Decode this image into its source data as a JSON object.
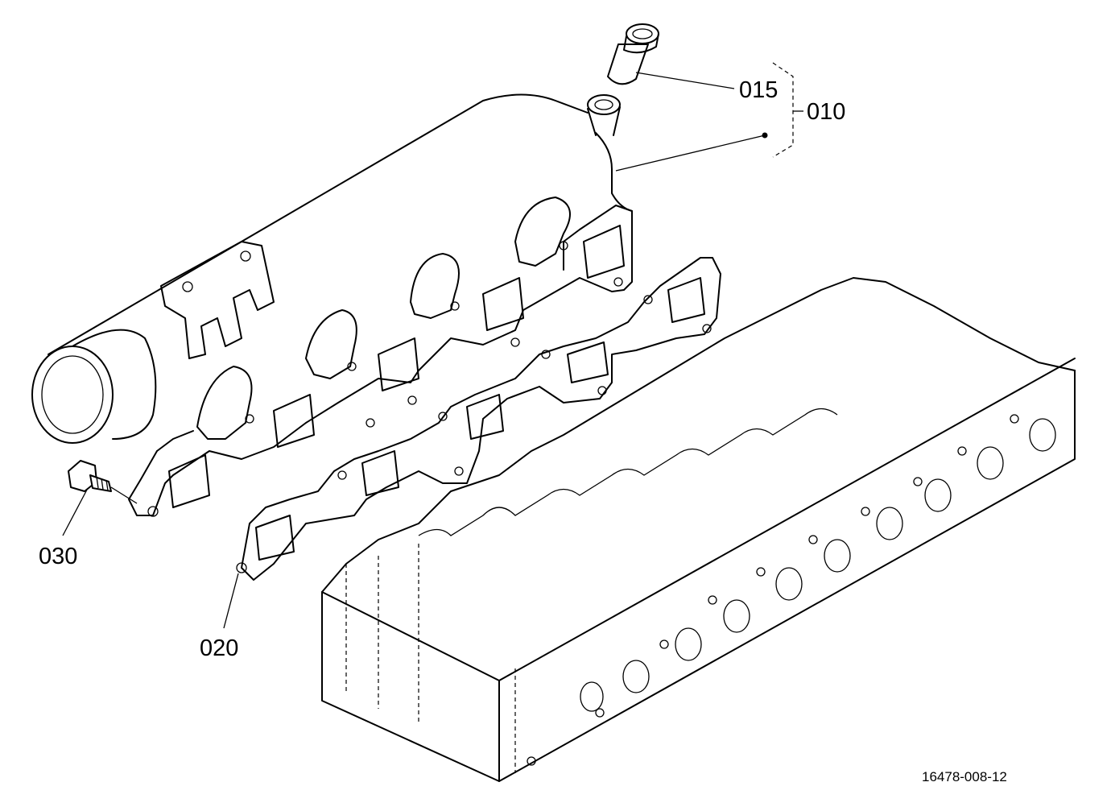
{
  "labels": {
    "part_015": "015",
    "part_010": "010",
    "part_030": "030",
    "part_020": "020",
    "drawing_ref": "16478-008-12"
  }
}
